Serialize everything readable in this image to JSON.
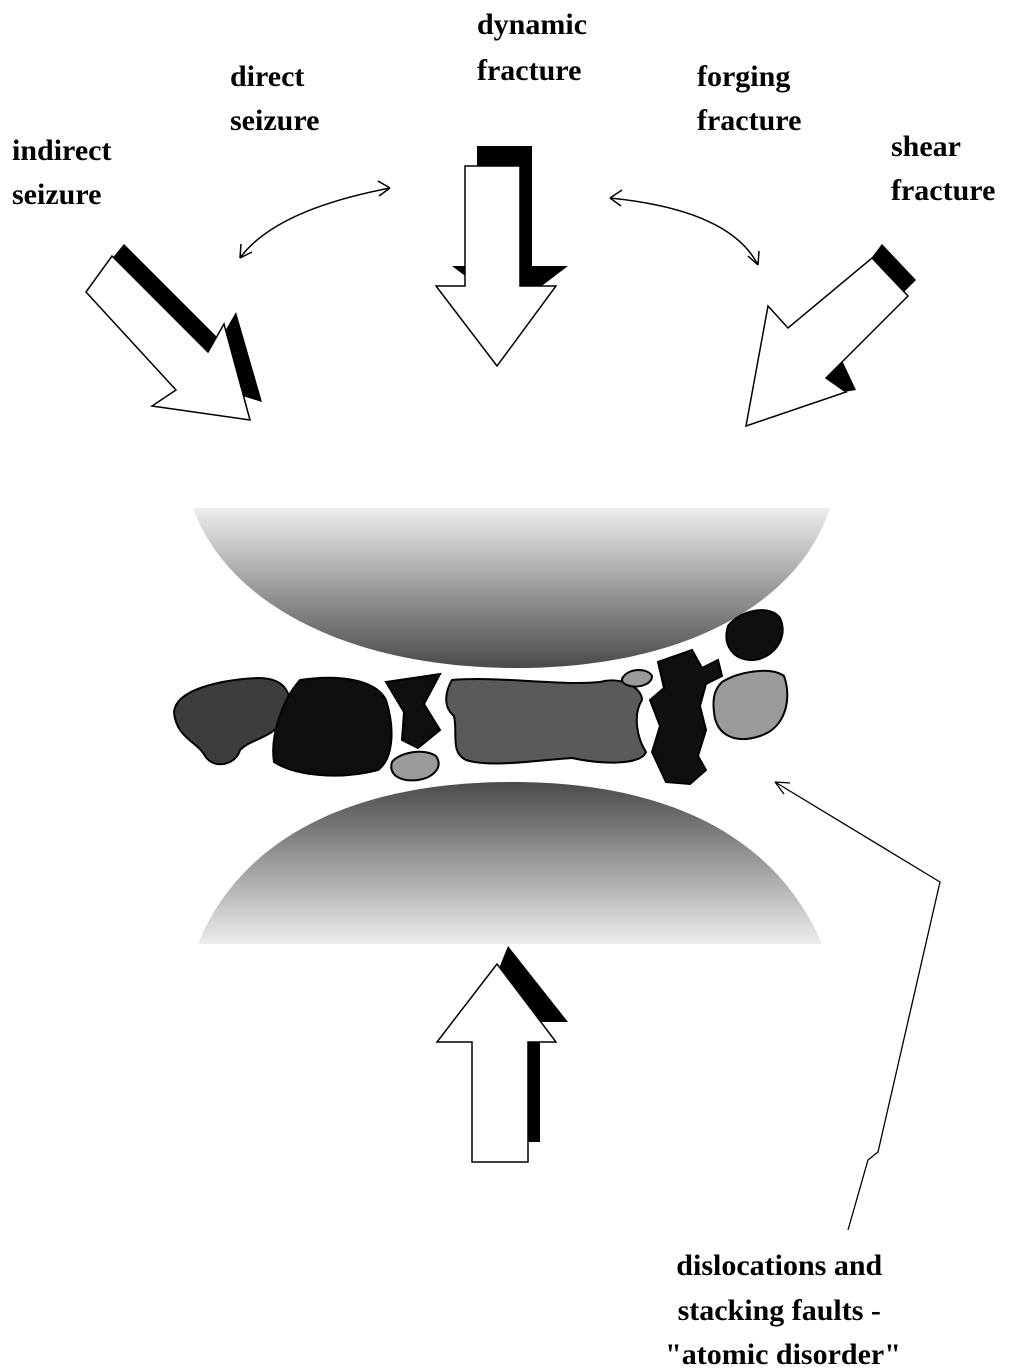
{
  "labels": {
    "indirect_seizure": [
      "indirect",
      "seizure"
    ],
    "direct_seizure": [
      "direct",
      "seizure"
    ],
    "dynamic_fracture": [
      "dynamic",
      "fracture"
    ],
    "forging_fracture": [
      "forging",
      "fracture"
    ],
    "shear_fracture": [
      "shear",
      "fracture"
    ],
    "defects": [
      "dislocations and",
      "stacking faults -",
      "\"atomic disorder\""
    ]
  },
  "colors": {
    "line": "#000000",
    "arrow_fill": "#ffffff",
    "shadow": "#000000",
    "surface_dark": "#4a4a4a",
    "surface_light": "#ededed",
    "particle_black": "#0f0f0f",
    "particle_dark": "#3d3d3d",
    "particle_mid": "#5a5a5a",
    "particle_light": "#9a9a9a"
  }
}
